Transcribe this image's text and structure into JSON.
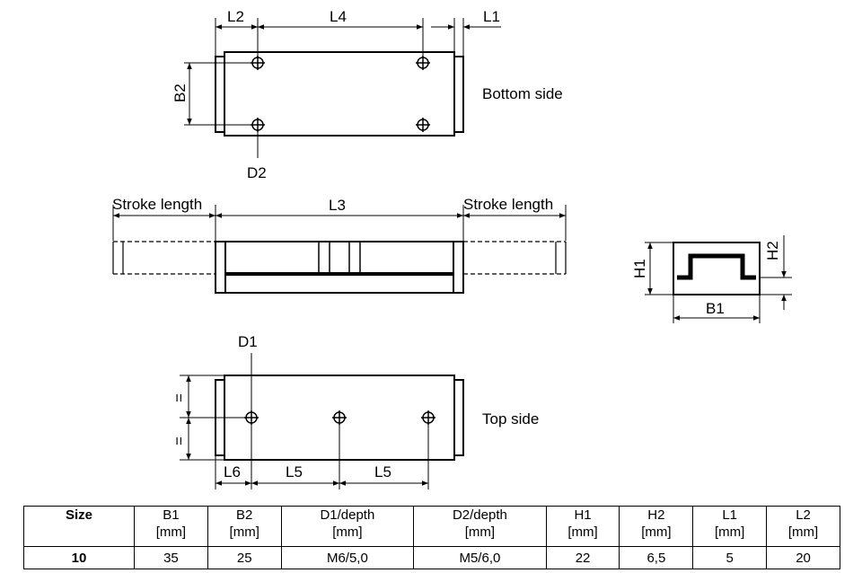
{
  "views": {
    "bottom": {
      "caption": "Bottom side",
      "dims": {
        "l2": "L2",
        "l4": "L4",
        "l1": "L1",
        "b2": "B2",
        "d2": "D2"
      }
    },
    "side": {
      "dims": {
        "stroke_left": "Stroke length",
        "l3": "L3",
        "stroke_right": "Stroke length"
      }
    },
    "end": {
      "dims": {
        "h1": "H1",
        "h2": "H2",
        "b1": "B1"
      }
    },
    "top": {
      "caption": "Top side",
      "dims": {
        "d1": "D1",
        "eq_upper": "=",
        "eq_lower": "=",
        "l6": "L6",
        "l5_a": "L5",
        "l5_b": "L5"
      }
    }
  },
  "table": {
    "headers": [
      {
        "name": "Size",
        "unit": ""
      },
      {
        "name": "B1",
        "unit": "[mm]"
      },
      {
        "name": "B2",
        "unit": "[mm]"
      },
      {
        "name": "D1/depth",
        "unit": "[mm]"
      },
      {
        "name": "D2/depth",
        "unit": "[mm]"
      },
      {
        "name": "H1",
        "unit": "[mm]"
      },
      {
        "name": "H2",
        "unit": "[mm]"
      },
      {
        "name": "L1",
        "unit": "[mm]"
      },
      {
        "name": "L2",
        "unit": "[mm]"
      }
    ],
    "rows": [
      [
        "10",
        "35",
        "25",
        "M6/5,0",
        "M5/6,0",
        "22",
        "6,5",
        "5",
        "20"
      ]
    ]
  }
}
